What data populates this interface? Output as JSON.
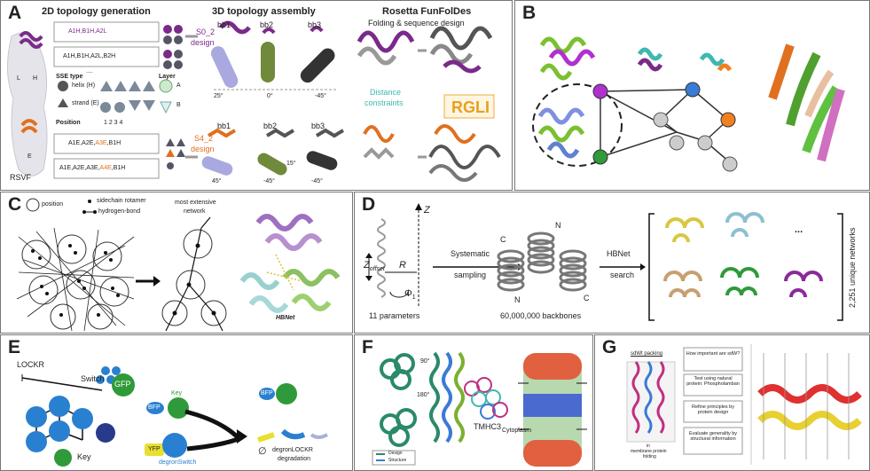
{
  "panels": {
    "A": {
      "label": "A",
      "title_2d": "2D topology generation",
      "title_3d": "3D topology assembly",
      "title_rosetta": "Rosetta FunFolDes",
      "subtitle_rosetta": "Folding & sequence design",
      "seq1": "A1H,B1H,A2L",
      "seq2": "A1H,B1H,A2L,B2H",
      "dots": "....",
      "sse_type": "SSE type",
      "layer": "Layer",
      "helix": "helix (H)",
      "strand": "strand (E)",
      "layerA": "A",
      "layerB": "B",
      "position": "Position",
      "pos_nums": "1  2  3  4",
      "seq3a": "A1E,A2E,",
      "seq3b": "A3E",
      "seq3c": ",B1H",
      "seq4a": "A1E,A2E,A3E,",
      "seq4b": "A4E",
      "seq4c": ",B1H",
      "rsvf": "RSVF",
      "s0_2": "S0_2",
      "s0_design": "design",
      "s4_2": "S4_2",
      "s4_design": "design",
      "bb1_top": "bb1",
      "bb2_top": "bb2",
      "bb3_top": "bb3",
      "bb1_bot": "bb1",
      "bb2_bot": "bb2",
      "bb3_bot": "bb3",
      "ang_25": "25°",
      "ang_0": "0°",
      "ang_m45a": "-45°",
      "ang_45": "45°",
      "ang_m45b": "-45°",
      "ang_15": "15°",
      "ang_m45c": "-45°",
      "distance": "Distance",
      "constraints": "constraints",
      "lh_L": "L",
      "lh_H": "H",
      "lh_E": "E"
    },
    "B": {
      "label": "B"
    },
    "C": {
      "label": "C",
      "position": "position",
      "rotamer": "sidechain rotamer",
      "hbond": "hydrogen-bond",
      "most1": "most extensive",
      "most2": "network",
      "hbnet": "HBNet"
    },
    "D": {
      "label": "D",
      "z": "Z",
      "zoffset": "Z",
      "zoffset_sub": "offset",
      "r": "R",
      "phi": "Φ",
      "phi_sub": "1",
      "params": "11 parameters",
      "systematic1": "Systematic",
      "systematic2": "sampling",
      "backbones": "60,000,000 backbones",
      "hbnet1": "HBNet",
      "hbnet2": "search",
      "c_top": "C",
      "n_top": "N",
      "n_bot": "N",
      "c_bot": "C",
      "ellipsis": "...",
      "unique": "2,251 unique networks"
    },
    "E": {
      "label": "E",
      "lockr": "LOCKR",
      "switch": "Switch",
      "key": "Key",
      "gfp": "GFP",
      "key2": "Key",
      "bfp": "BFP",
      "yfp": "YFP",
      "degron": "degronSwitch",
      "bfp2": "BFP",
      "degradation1": "degronLOCKR",
      "degradation2": "degradation",
      "empty": "∅"
    },
    "F": {
      "label": "F",
      "ang90": "90°",
      "ang180": "180°",
      "tmhc3": "TMHC3",
      "cytoplasm": "Cytoplasm",
      "legend1": "Design",
      "legend2": "Structure"
    },
    "G": {
      "label": "G",
      "packing": "sdWt packing",
      "q1": "How important are sdW?",
      "q2": "Test using natural protein: Phospholamban",
      "q3": "Refine principles by protein design",
      "q4": "Evaluate generality by structural information",
      "mem1": "in",
      "mem2": "membrane protein",
      "mem3": "folding"
    }
  },
  "colors": {
    "purple": "#7b2a8a",
    "lavender": "#a9a9e0",
    "olive": "#6f8a3a",
    "orange": "#e07020",
    "green": "#2f9a3a",
    "blue": "#3a7bd5",
    "teal": "#3fb8b0",
    "navy": "#2a3a8a",
    "gray": "#c8c8c8"
  }
}
